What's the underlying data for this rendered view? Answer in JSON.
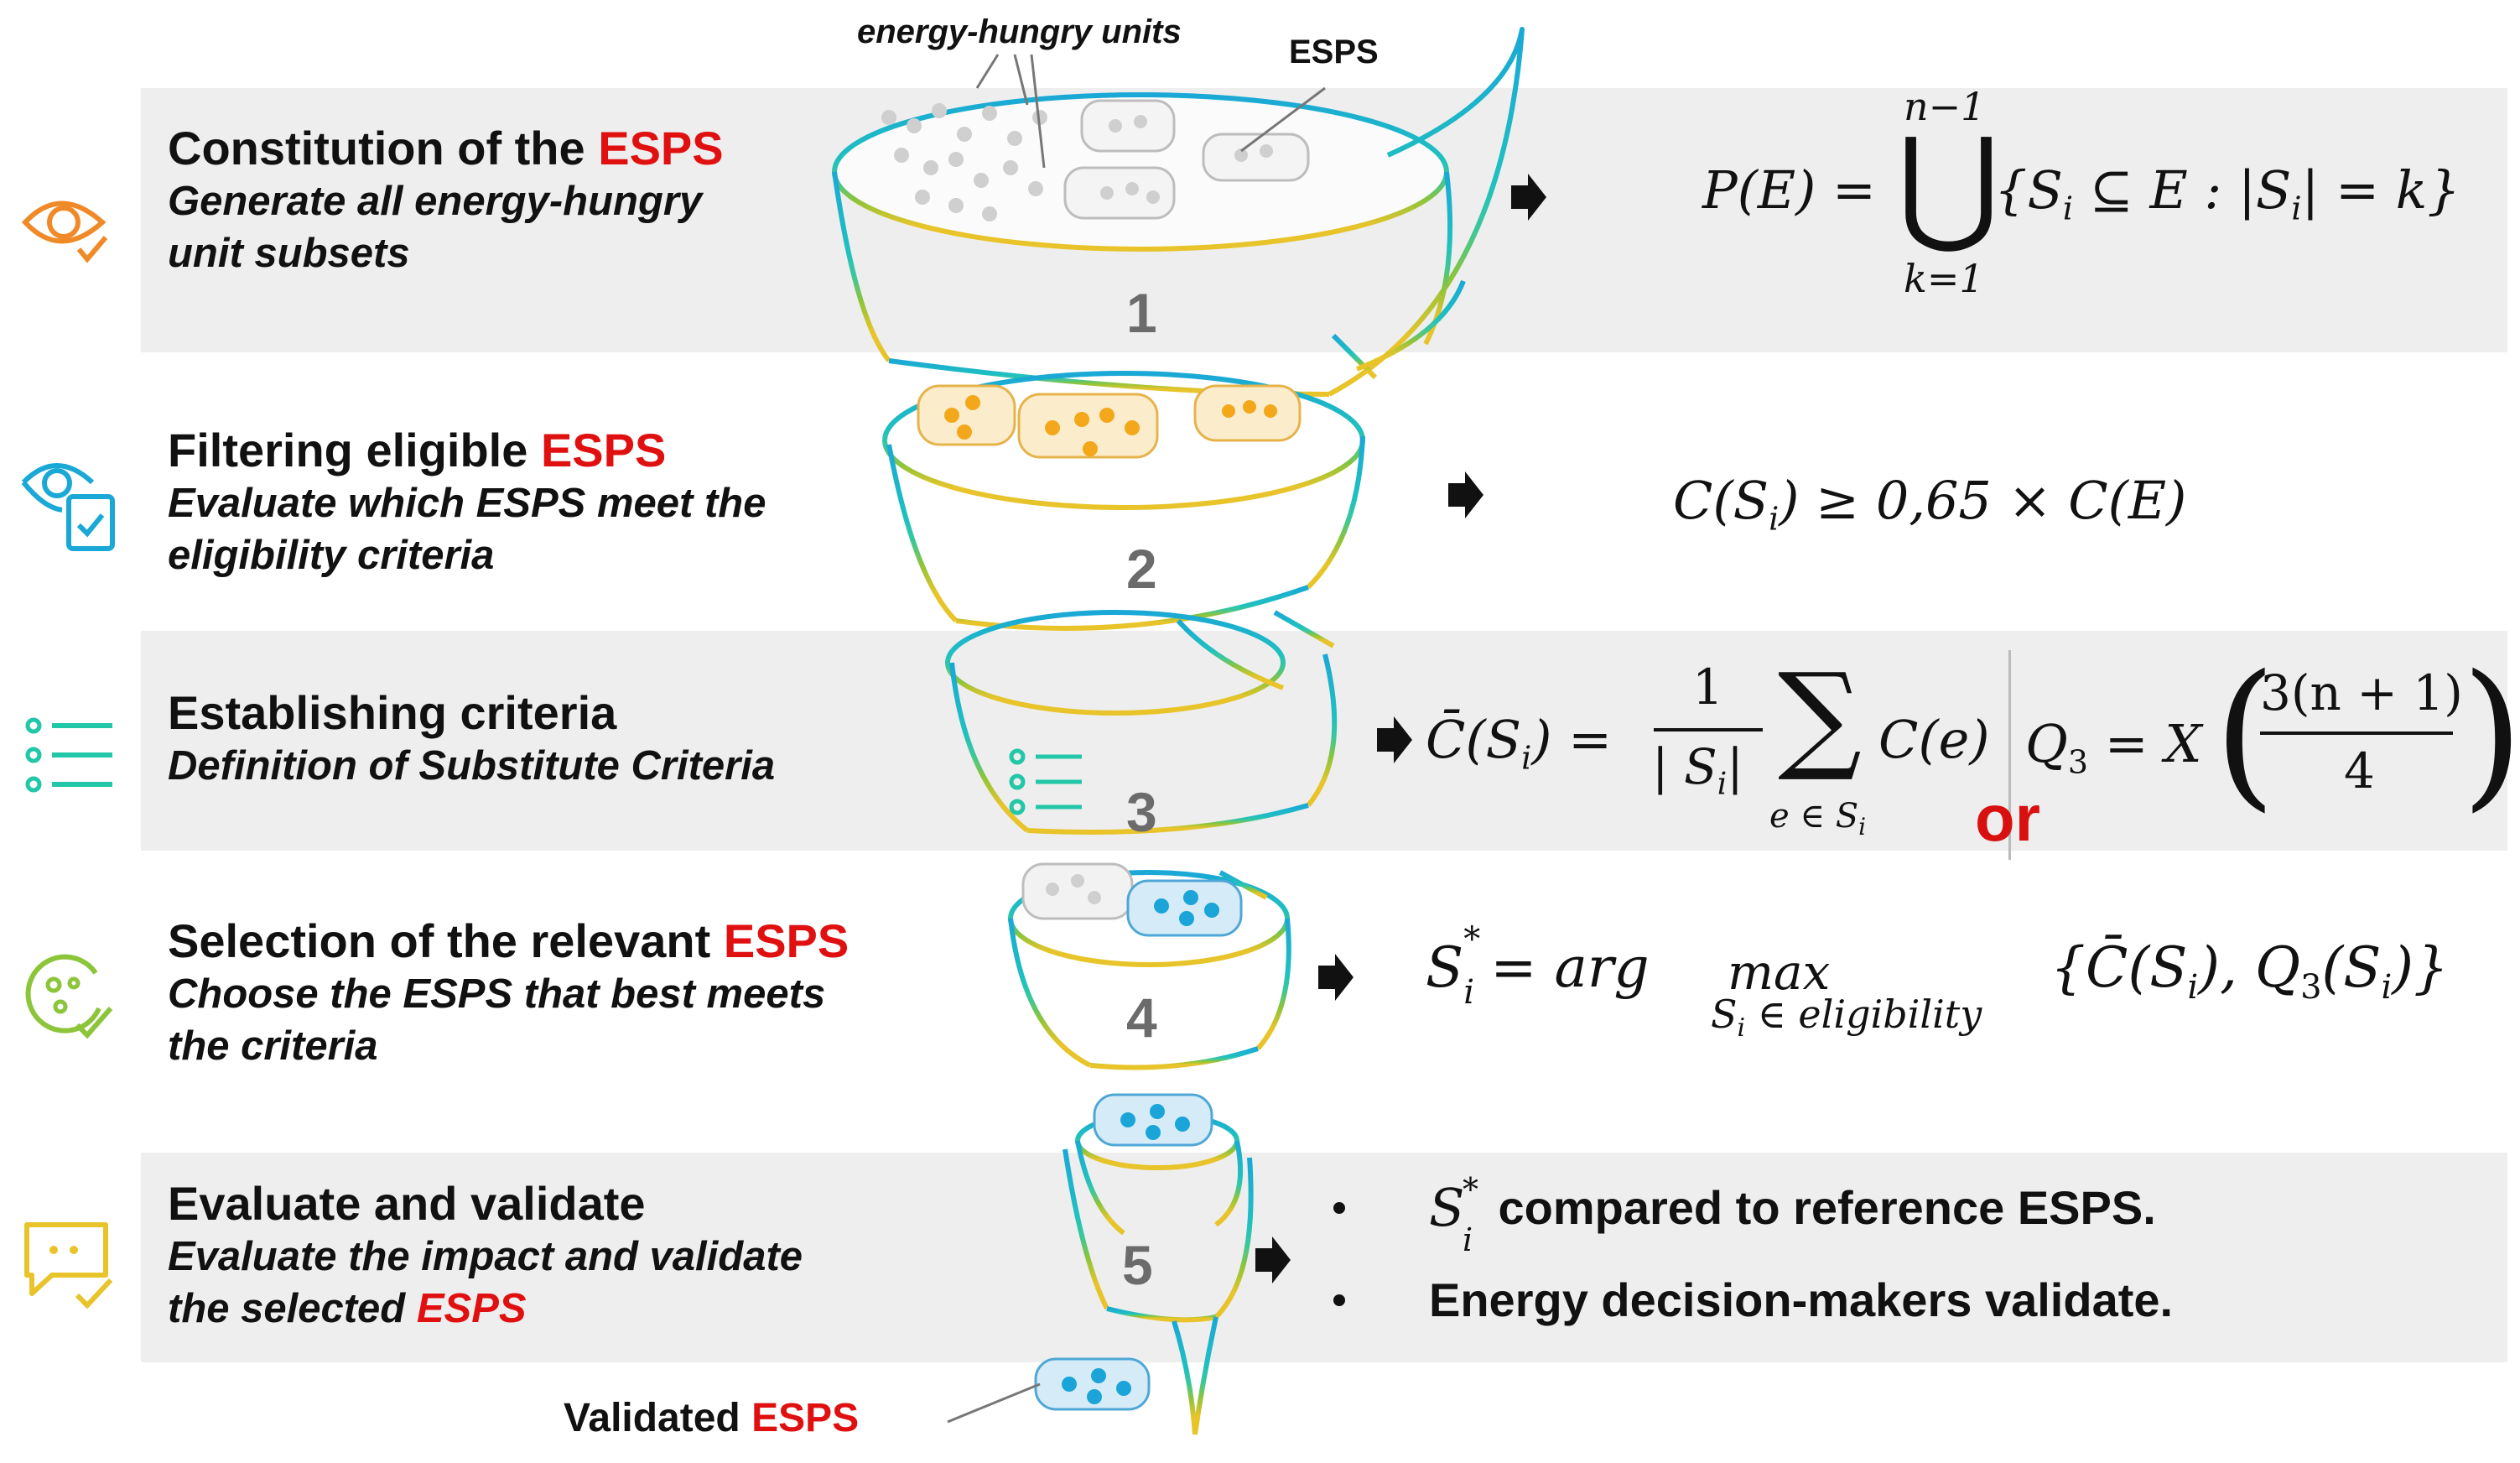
{
  "top_labels": {
    "units": "energy-hungry units",
    "esps": "ESPS"
  },
  "steps": [
    {
      "title": "Constitution of the ",
      "title_red": "ESPS",
      "sub1": "Generate all energy-hungry",
      "sub2": "unit subsets",
      "number": "1",
      "icon": "eye-check-icon"
    },
    {
      "title": "Filtering eligible ",
      "title_red": "ESPS",
      "sub1": "Evaluate which ESPS meet the",
      "sub2": "eligibility criteria",
      "number": "2",
      "icon": "eye-clipboard-icon"
    },
    {
      "title": "Establishing criteria",
      "title_red": "",
      "sub1": "Definition of Substitute Criteria",
      "sub2": "",
      "number": "3",
      "icon": "list-icon"
    },
    {
      "title": "Selection of the relevant ",
      "title_red": "ESPS",
      "sub1": "Choose the ESPS that best meets",
      "sub2": "the criteria",
      "number": "4",
      "icon": "target-check-icon"
    },
    {
      "title": "Evaluate and validate",
      "title_red": "",
      "sub1": "Evaluate the impact and validate",
      "sub2": "the selected ",
      "sub2_red": "ESPS",
      "number": "5",
      "icon": "chat-check-icon"
    }
  ],
  "formulas": {
    "f1_lhs": "P(E) =",
    "f1_top": "n−1",
    "f1_bot": "k=1",
    "f1_rhs": "{S",
    "f1_rhs_i": "i",
    "f1_rhs_rest": " ⊆ E : |S",
    "f1_rhs_i2": "i",
    "f1_rhs_end": "| = k}",
    "f2": "C(S",
    "f2_i": "i",
    "f2_rest": ") ≥ 0,65 × C(E)",
    "f3_lhs": "C̄(S",
    "f3_i": "i",
    "f3_eq": ") =",
    "f3_num": "1",
    "f3_den": "| S",
    "f3_den_i": "i",
    "f3_den_end": "|",
    "f3_sum_sub": "e ∈ S",
    "f3_sum_sub_i": "i",
    "f3_term": "C(e)",
    "f3b_lhs": "Q",
    "f3b_sub": "3",
    "f3b_eq": "= X",
    "f3b_num": "3(n + 1)",
    "f3b_den": "4",
    "or": "or",
    "f4_lhs": "S",
    "f4_sup": "*",
    "f4_sub": "i",
    "f4_eq": "= arg",
    "f4_max": "max",
    "f4_under": "S",
    "f4_under_i": "i",
    "f4_under_rest": " ∈ eligibility",
    "f4_rhs": "{C̄(S",
    "f4_rhs_i": "i",
    "f4_rhs_mid": "), Q",
    "f4_rhs_3": "3",
    "f4_rhs_end": "(S",
    "f4_rhs_i2": "i",
    "f4_rhs_close": ")}"
  },
  "bullets": {
    "b1_sym": "S",
    "b1_sup": "*",
    "b1_sub": "i",
    "b1_text": " compared to reference ESPS.",
    "b2_text": "Energy decision-makers validate."
  },
  "validated": {
    "text": "Validated ",
    "red": "ESPS"
  },
  "colors": {
    "red": "#e01010",
    "band": "#eeeeee",
    "cyan": "#1aa8d6",
    "teal": "#22c7a8",
    "green": "#8cc43a",
    "yellow": "#e8c42a",
    "orange": "#f08a28"
  }
}
